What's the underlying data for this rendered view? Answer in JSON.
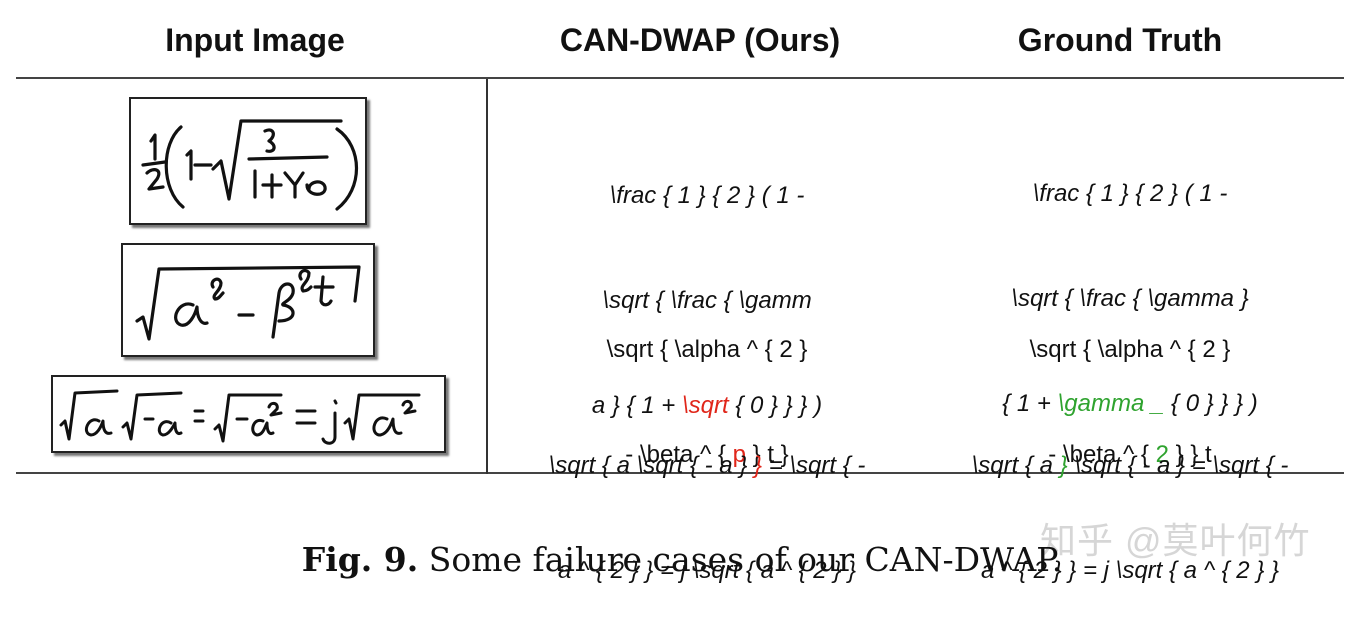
{
  "headers": {
    "input": "Input Image",
    "ours": "CAN-DWAP (Ours)",
    "gt": "Ground Truth"
  },
  "rows": [
    {
      "ours": {
        "l1": "\\frac { 1 } { 2 } ( 1 -",
        "l2": "\\sqrt { \\frac { \\gamm",
        "l3a": "a } { 1 + ",
        "l3b": "\\sqrt",
        "l3c": " { 0 } } } )"
      },
      "gt": {
        "l1": "\\frac { 1 } { 2 } ( 1 -",
        "l2": "\\sqrt { \\frac { \\gamma }",
        "l3a": "{ 1 + ",
        "l3b": "\\gamma _",
        "l3c": " { 0 } } } )"
      }
    },
    {
      "ours": {
        "l1": "\\sqrt { \\alpha ^ { 2 }",
        "l2a": "- \\beta ^ { ",
        "l2b": "p",
        "l2c": " } t }"
      },
      "gt": {
        "l1": "\\sqrt { \\alpha ^ { 2 }",
        "l2a": "- \\beta ^ { ",
        "l2b": "2",
        "l2c": " } } t"
      }
    },
    {
      "ours": {
        "l1a": "\\sqrt { a \\sqrt { - a } ",
        "l1b": "}",
        "l1c": " = \\sqrt { -",
        "l2": "a ^ { 2 } } = j \\sqrt { a ^ { 2 } }"
      },
      "gt": {
        "l1a": "\\sqrt { a ",
        "l1b": "}",
        "l1c": " \\sqrt { - a } = \\sqrt { -",
        "l2": "a ^ { 2 } } = j \\sqrt { a ^ { 2 } }"
      }
    }
  ],
  "caption": {
    "label": "Fig. 9.",
    "text": " Some failure cases of our CAN-DWAP."
  },
  "watermark": "知乎 @莫叶何竹",
  "colors": {
    "error": "#e0261a",
    "correct": "#2fa32f",
    "rule": "#444444"
  }
}
